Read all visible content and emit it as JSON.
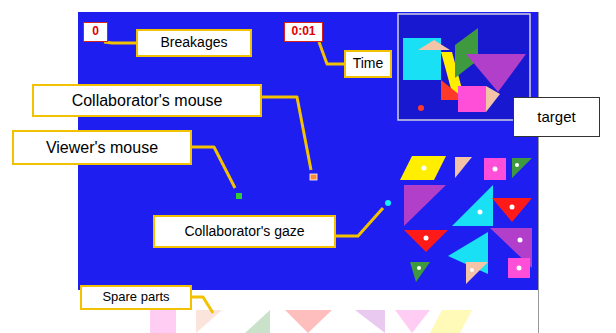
{
  "diagram": {
    "nodes": [
      {
        "text": [
          "0"
        ]
      },
      {
        "text": [
          "0:01"
        ]
      },
      {
        "text": [
          "Breakages"
        ]
      },
      {
        "text": [
          "Time"
        ]
      },
      {
        "text": [
          "Collaborator's mouse"
        ]
      },
      {
        "text": [
          "target"
        ]
      },
      {
        "text": [
          "Viewer's mouse"
        ]
      },
      {
        "text": [
          "Collaborator's gaze"
        ]
      },
      {
        "text": [
          "Spare parts"
        ]
      }
    ],
    "edges": [
      {
        "from": 2,
        "to": 0,
        "arrow": "none"
      },
      {
        "from": 3,
        "to": 1,
        "arrow": "none"
      }
    ]
  }
}
